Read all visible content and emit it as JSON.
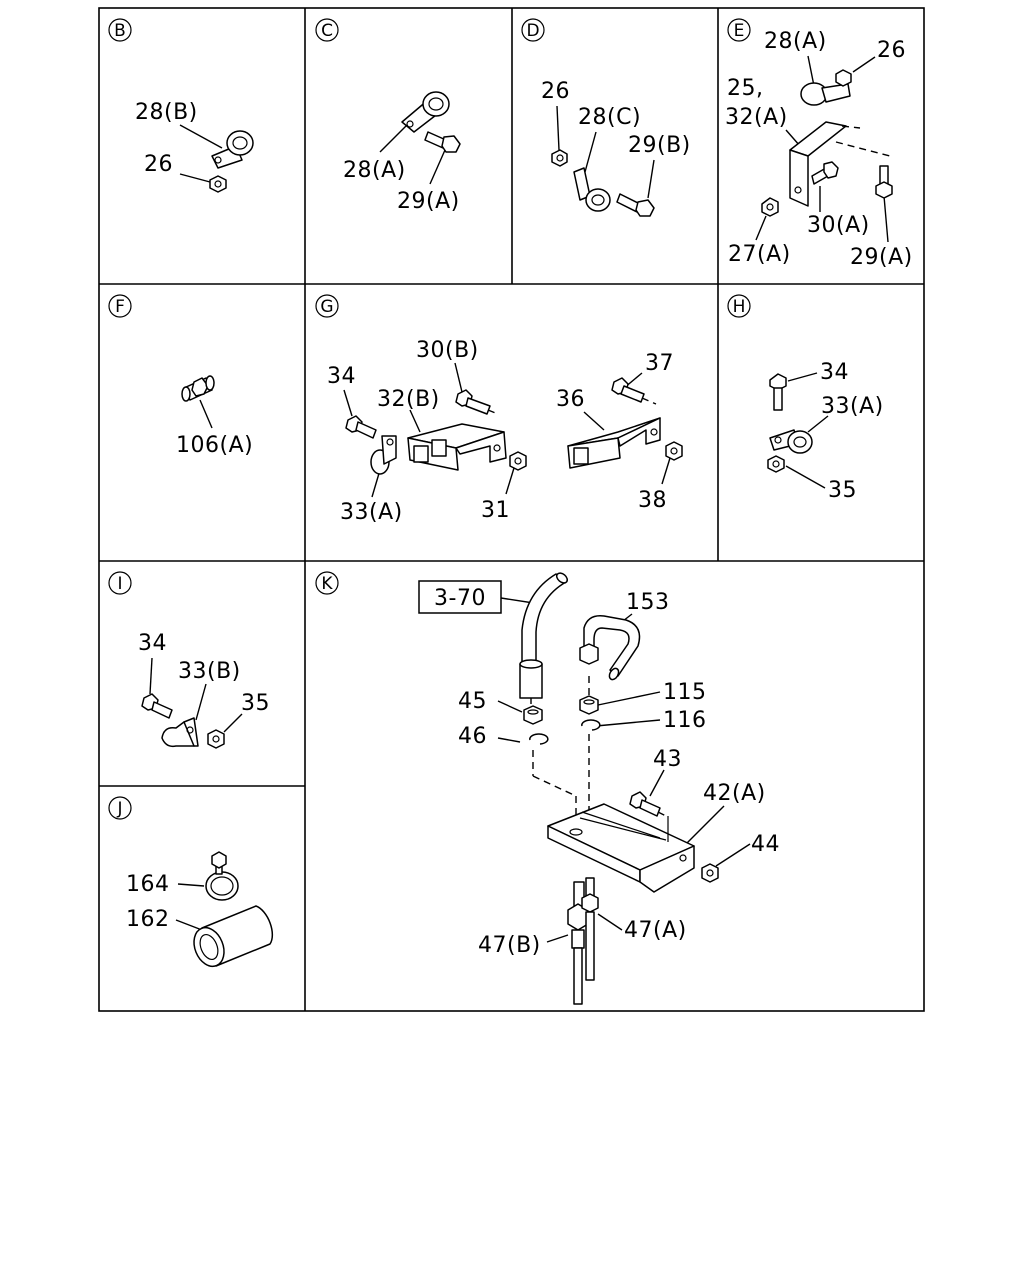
{
  "panels": {
    "B": {
      "letter": "B",
      "labels": {
        "p28b": "28(B)",
        "p26": "26"
      }
    },
    "C": {
      "letter": "C",
      "labels": {
        "p28a": "28(A)",
        "p29a": "29(A)"
      }
    },
    "D": {
      "letter": "D",
      "labels": {
        "p26": "26",
        "p28c": "28(C)",
        "p29b": "29(B)"
      }
    },
    "E": {
      "letter": "E",
      "labels": {
        "p28a": "28(A)",
        "p26": "26",
        "p25": "25,",
        "p32a": "32(A)",
        "p30a": "30(A)",
        "p27a": "27(A)",
        "p29a": "29(A)"
      }
    },
    "F": {
      "letter": "F",
      "labels": {
        "p106a": "106(A)"
      }
    },
    "G": {
      "letter": "G",
      "labels": {
        "p30b": "30(B)",
        "p34": "34",
        "p32b": "32(B)",
        "p37": "37",
        "p36": "36",
        "p33a": "33(A)",
        "p31": "31",
        "p38": "38"
      }
    },
    "H": {
      "letter": "H",
      "labels": {
        "p34": "34",
        "p33a": "33(A)",
        "p35": "35"
      }
    },
    "I": {
      "letter": "I",
      "labels": {
        "p34": "34",
        "p33b": "33(B)",
        "p35": "35"
      }
    },
    "J": {
      "letter": "J",
      "labels": {
        "p164": "164",
        "p162": "162"
      }
    },
    "K": {
      "letter": "K",
      "labels": {
        "ref": "3-70",
        "p153": "153",
        "p45": "45",
        "p115": "115",
        "p46": "46",
        "p116": "116",
        "p43": "43",
        "p42a": "42(A)",
        "p44": "44",
        "p47b": "47(B)",
        "p47a": "47(A)"
      }
    }
  }
}
